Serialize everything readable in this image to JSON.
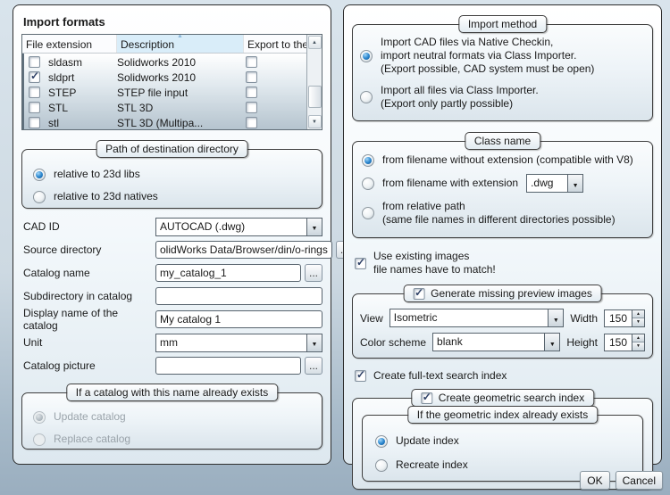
{
  "ui": {
    "browse_label": "...",
    "ok": "OK",
    "cancel": "Cancel"
  },
  "left_panel": {
    "title": "Import formats",
    "table": {
      "columns": [
        "File extension",
        "Description",
        "Export to the cad system"
      ],
      "rows": [
        {
          "enabled": false,
          "extension": "sldasm",
          "description": "Solidworks 2010",
          "export": false
        },
        {
          "enabled": true,
          "extension": "sldprt",
          "description": "Solidworks 2010",
          "export": false
        },
        {
          "enabled": false,
          "extension": "STEP",
          "description": "STEP file input",
          "export": false
        },
        {
          "enabled": false,
          "extension": "STL",
          "description": "STL 3D",
          "export": false
        },
        {
          "enabled": false,
          "extension": "stl",
          "description": "STL 3D (Multipa...",
          "export": false
        }
      ]
    },
    "path_group": {
      "title": "Path of destination directory",
      "option1": {
        "label": "relative to 23d libs",
        "selected": true
      },
      "option2": {
        "label": "relative to 23d natives",
        "selected": false
      }
    },
    "form": {
      "cad_id_label": "CAD ID",
      "cad_id_value": "AUTOCAD (.dwg)",
      "source_directory_label": "Source directory",
      "source_directory_value": "olidWorks Data/Browser/din/o-rings",
      "catalog_name_label": "Catalog name",
      "catalog_name_value": "my_catalog_1",
      "subdirectory_label": "Subdirectory in catalog",
      "subdirectory_value": "",
      "display_name_label": "Display name of the catalog",
      "display_name_value": "My catalog 1",
      "unit_label": "Unit",
      "unit_value": "mm",
      "catalog_picture_label": "Catalog picture",
      "catalog_picture_value": ""
    },
    "exists_group": {
      "title": "If a catalog with this name already exists",
      "option1": {
        "label": "Update catalog",
        "selected": true
      },
      "option2": {
        "label": "Replace catalog",
        "selected": false
      }
    }
  },
  "right_panel": {
    "import_method": {
      "title": "Import method",
      "option1_line1": "Import CAD files via Native Checkin,",
      "option1_line2": "import neutral formats via Class Importer.",
      "option1_line3": "(Export possible, CAD system must be open)",
      "option2_line1": "Import all files via Class Importer.",
      "option2_line2": "(Export only partly possible)"
    },
    "class_name": {
      "title": "Class name",
      "option1": "from filename without extension (compatible with V8)",
      "option2": "from filename with extension",
      "option2_combo": ".dwg",
      "option3_line1": "from relative path",
      "option3_line2": "(same file names in different directories possible)"
    },
    "use_existing_line1": "Use existing images",
    "use_existing_line2": "file names have to match!",
    "preview_group": {
      "title": "Generate missing preview images",
      "view_label": "View",
      "view_value": "Isometric",
      "width_label": "Width",
      "width_value": "150",
      "color_scheme_label": "Color scheme",
      "color_scheme_value": "blank",
      "height_label": "Height",
      "height_value": "150"
    },
    "fulltext_label": "Create full-text search index",
    "geometric_group": {
      "title": "Create geometric search index",
      "inner_title": "If the geometric index already exists",
      "option1": {
        "label": "Update index",
        "selected": true
      },
      "option2": {
        "label": "Recreate index",
        "selected": false
      }
    }
  }
}
